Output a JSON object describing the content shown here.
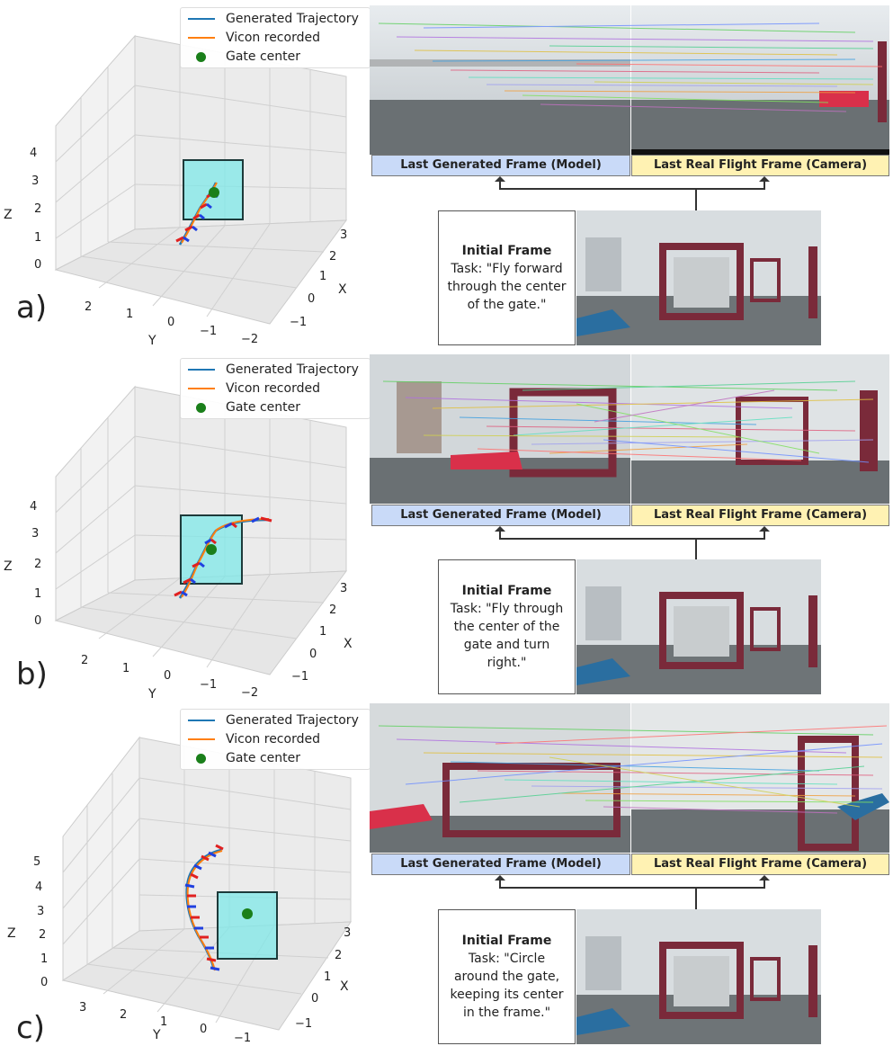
{
  "legend": {
    "generated": "Generated Trajectory",
    "vicon": "Vicon recorded",
    "gate": "Gate center"
  },
  "colors": {
    "generated": "#1f77b4",
    "vicon": "#ff7f0e",
    "gate_center": "#1a7f1a",
    "gate_fill": "#7fe8e8",
    "label_model": "#c9daf8",
    "label_camera": "#fff2b3"
  },
  "labels": {
    "model": "Last Generated Frame (Model)",
    "camera": "Last Real Flight Frame (Camera)"
  },
  "axes": {
    "x": "X",
    "y": "Y",
    "z": "Z"
  },
  "panels": [
    {
      "letter": "a)",
      "task_title": "Initial Frame",
      "task_lines": [
        "Task: \"Fly forward",
        "through the center",
        "of the gate.\""
      ],
      "z_ticks": [
        "0",
        "1",
        "2",
        "3",
        "4"
      ],
      "y_ticks": [
        "2",
        "1",
        "0",
        "−1",
        "−2"
      ],
      "x_ticks": [
        "−1",
        "0",
        "1",
        "2",
        "3"
      ]
    },
    {
      "letter": "b)",
      "task_title": "Initial Frame",
      "task_lines": [
        "Task: \"Fly through",
        "the center of the",
        "gate and turn",
        "right.\""
      ],
      "z_ticks": [
        "0",
        "1",
        "2",
        "3",
        "4"
      ],
      "y_ticks": [
        "2",
        "1",
        "0",
        "−1",
        "−2"
      ],
      "x_ticks": [
        "−1",
        "0",
        "1",
        "2",
        "3"
      ]
    },
    {
      "letter": "c)",
      "task_title": "Initial Frame",
      "task_lines": [
        "Task: \"Circle",
        "around the gate,",
        "keeping its center",
        "in the frame.\""
      ],
      "z_ticks": [
        "0",
        "1",
        "2",
        "3",
        "4",
        "5"
      ],
      "y_ticks": [
        "3",
        "2",
        "1",
        "0",
        "−1"
      ],
      "x_ticks": [
        "−1",
        "0",
        "1",
        "2",
        "3"
      ]
    }
  ]
}
